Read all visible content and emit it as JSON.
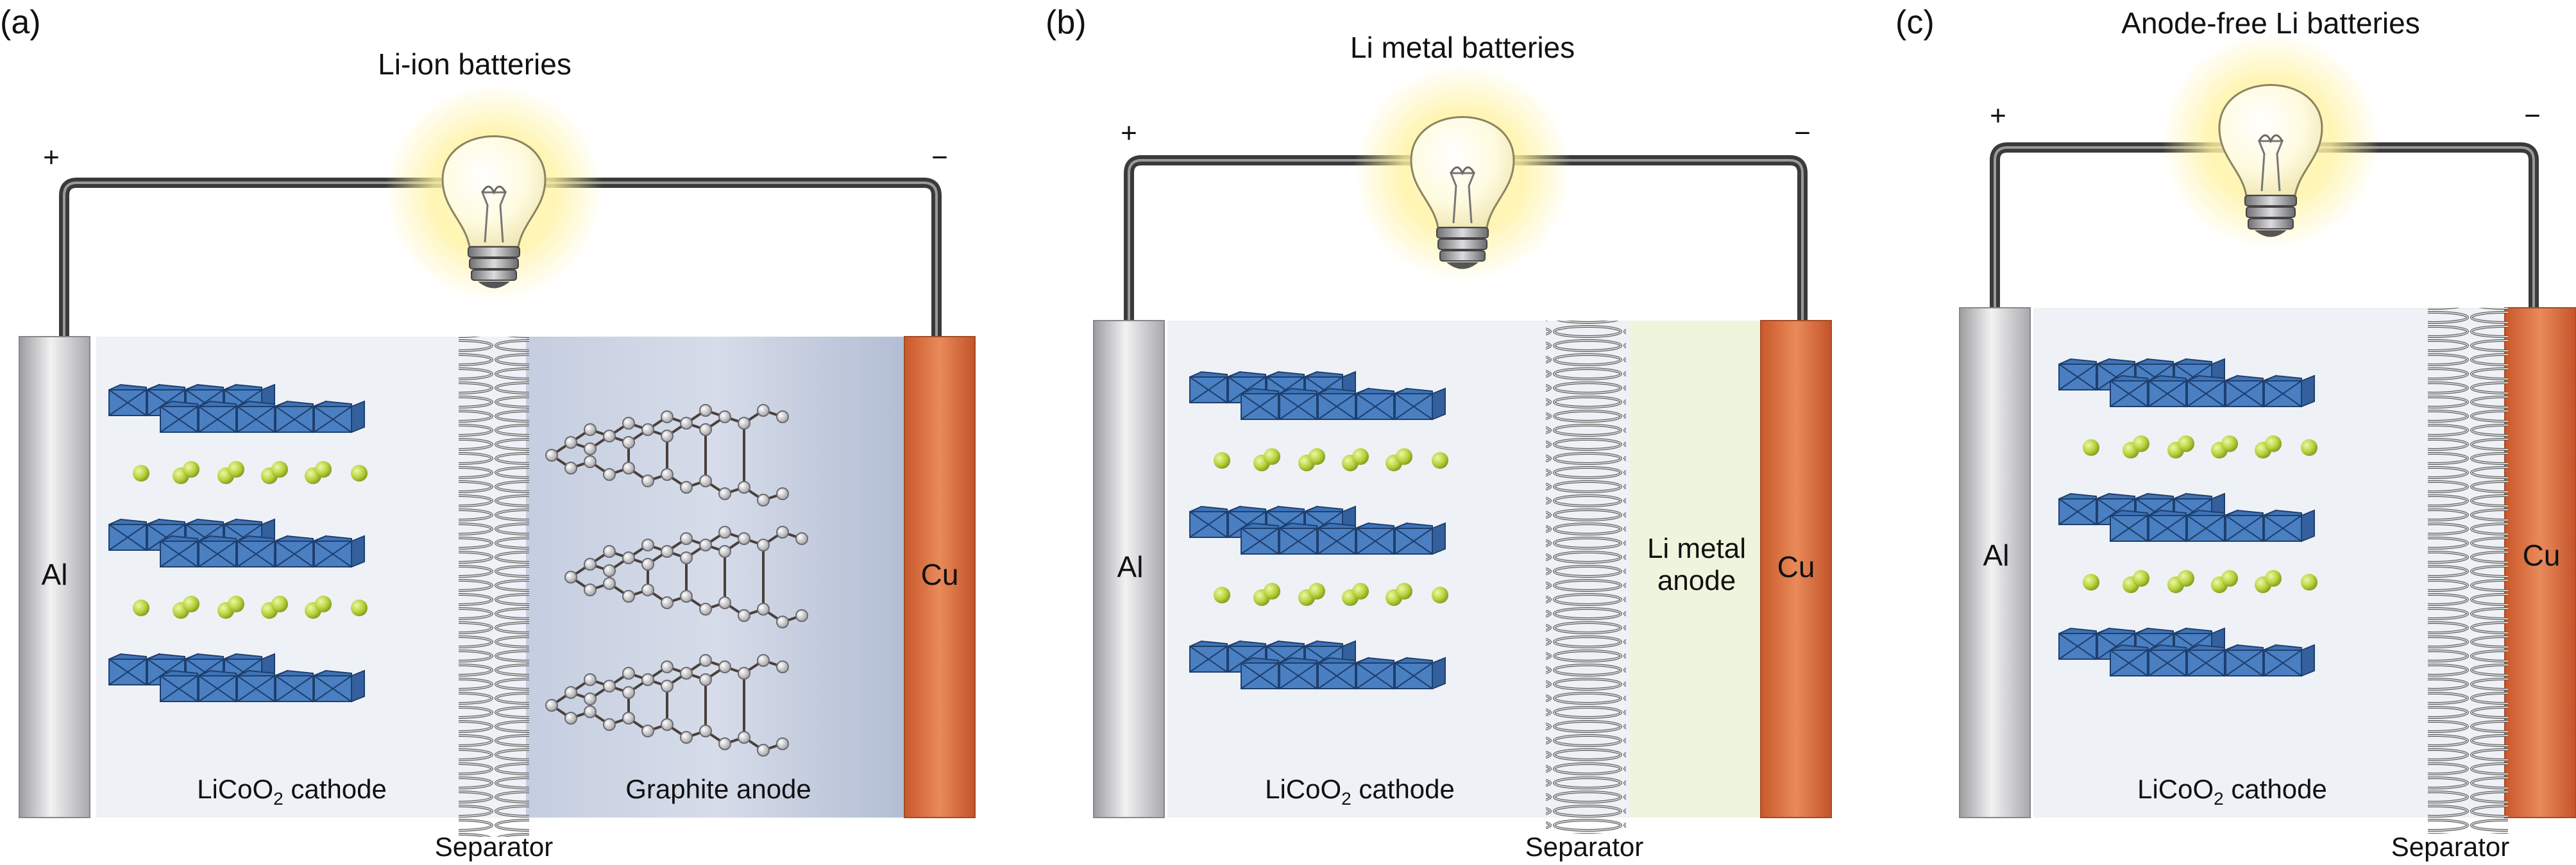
{
  "panels": [
    {
      "letter": "(a)",
      "title": "Li-ion batteries",
      "plus": "+",
      "minus": "−",
      "left_collector": "Al",
      "right_collector": "Cu",
      "cathode_text": "LiCoO",
      "cathode_sub": "2",
      "cathode_suffix": " cathode",
      "anode_text": "Graphite anode",
      "separator": "Separator"
    },
    {
      "letter": "(b)",
      "title": "Li metal batteries",
      "plus": "+",
      "minus": "−",
      "left_collector": "Al",
      "right_collector": "Cu",
      "cathode_text": "LiCoO",
      "cathode_sub": "2",
      "cathode_suffix": " cathode",
      "anode_line1": "Li metal",
      "anode_line2": "anode",
      "separator": "Separator"
    },
    {
      "letter": "(c)",
      "title": "Anode-free Li batteries",
      "plus": "+",
      "minus": "−",
      "left_collector": "Al",
      "right_collector": "Cu",
      "cathode_text": "LiCoO",
      "cathode_sub": "2",
      "cathode_suffix": " cathode",
      "separator": "Separator"
    }
  ],
  "colors": {
    "wire": "#3a3a3a",
    "cell_fill": "#eef1f6",
    "anode_graphite_fill": "#bcc6d8",
    "anode_li_fill": "#eef5dc",
    "aluminum": "#cfcfd1",
    "copper": "#d86a3a",
    "octahedron": "#3f73b6",
    "lithium_ion": "#b9d23a",
    "glow": "#fff3a0"
  }
}
